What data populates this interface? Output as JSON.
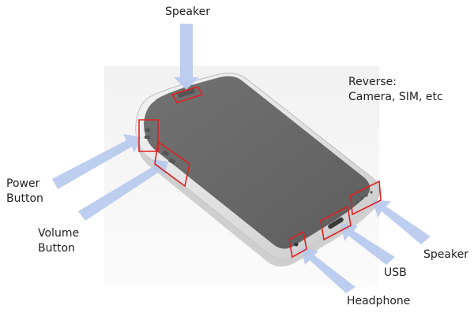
{
  "labels": {
    "speaker_top": "Speaker",
    "reverse_line1": "Reverse:",
    "reverse_line2": "Camera, SIM, etc",
    "power_line1": "Power",
    "power_line2": "Button",
    "volume_line1": "Volume",
    "volume_line2": "Button",
    "speaker_bottom": "Speaker",
    "usb": "USB",
    "headphone": "Headphone"
  },
  "colors": {
    "arrow": "#b7c9ee",
    "highlight": "#e02020",
    "screen": "#6b6b6b",
    "body": "#e6e6e6",
    "backdrop": "#f0f0f0"
  }
}
